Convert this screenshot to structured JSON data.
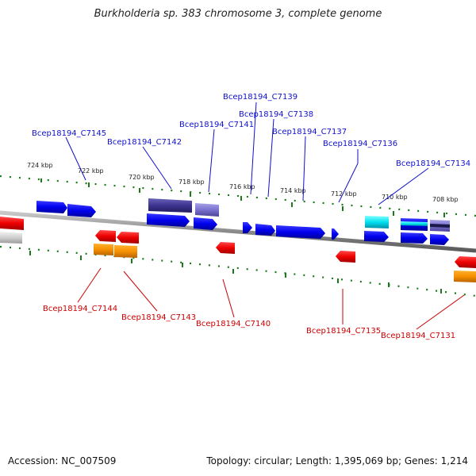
{
  "title": "Burkholderia sp. 383 chromosome 3, complete genome",
  "accession": "Accession: NC_007509",
  "summary": "Topology: circular; Length: 1,395,069 bp; Genes: 1,214",
  "colors": {
    "forward_label": "#1010cc",
    "reverse_label": "#cc0000",
    "backbone": "#8a8a8a",
    "tick": "#1a7a1a"
  },
  "scale_ticks": [
    "724 kbp",
    "722 kbp",
    "720 kbp",
    "718 kbp",
    "716 kbp",
    "714 kbp",
    "712 kbp",
    "710 kbp",
    "708 kbp"
  ],
  "forward_labels": [
    "Bcep18194_C7145",
    "Bcep18194_C7142",
    "Bcep18194_C7141",
    "Bcep18194_C7139",
    "Bcep18194_C7138",
    "Bcep18194_C7137",
    "Bcep18194_C7136",
    "Bcep18194_C7134"
  ],
  "reverse_labels": [
    "Bcep18194_C7144",
    "Bcep18194_C7143",
    "Bcep18194_C7140",
    "Bcep18194_C7135",
    "Bcep18194_C7131"
  ]
}
